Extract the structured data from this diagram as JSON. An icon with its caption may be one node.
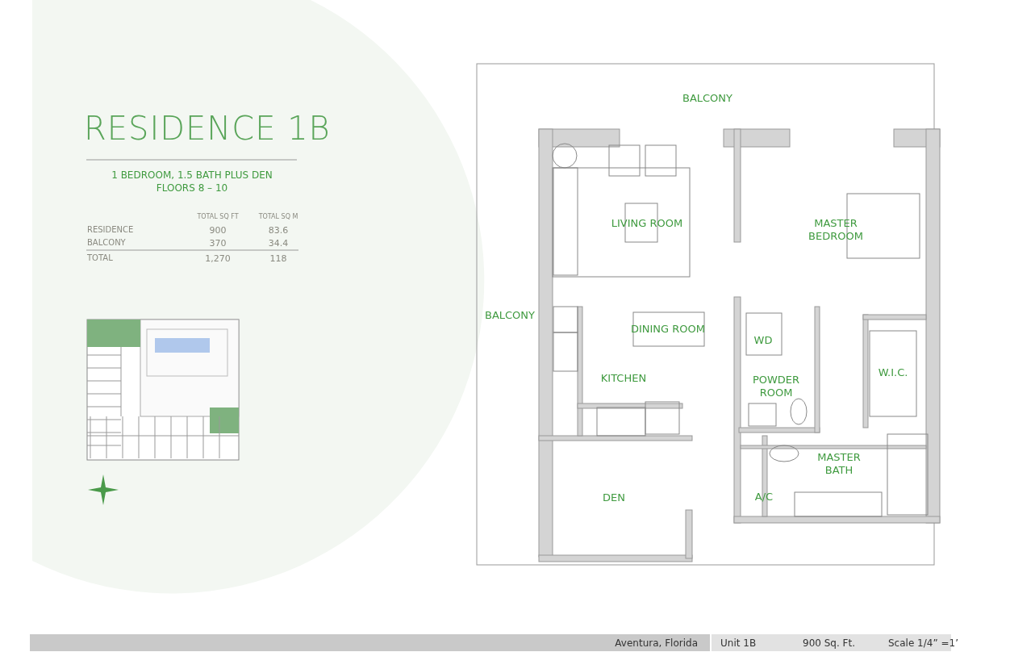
{
  "diagram": {
    "title": "RESIDENCE 1B",
    "nodes": [
      {
        "text": [
          "BALCONY"
        ]
      },
      {
        "text": [
          "LIVING ROOM"
        ]
      },
      {
        "text": [
          "MASTER BEDROOM"
        ]
      },
      {
        "text": [
          "BALCONY"
        ]
      },
      {
        "text": [
          "DINING ROOM"
        ]
      },
      {
        "text": [
          "WD"
        ]
      },
      {
        "text": [
          "W.I.C."
        ]
      },
      {
        "text": [
          "KITCHEN"
        ]
      },
      {
        "text": [
          "POWDER ROOM"
        ]
      },
      {
        "text": [
          "MASTER BATH"
        ]
      },
      {
        "text": [
          "A/C"
        ]
      },
      {
        "text": [
          "DEN"
        ]
      }
    ],
    "labels": [
      "1 BEDROOM, 1.5 BATH PLUS DEN",
      "FLOORS 8 – 10",
      "TOTAL SQ FT",
      "TOTAL SQ M",
      "RESIDENCE",
      "900",
      "83.6",
      "BALCONY",
      "370",
      "34.4",
      "TOTAL",
      "1,270",
      "118",
      "Aventura, Florida",
      "Unit 1B",
      "900 Sq. Ft.",
      "Scale 1/4” =1’"
    ]
  }
}
